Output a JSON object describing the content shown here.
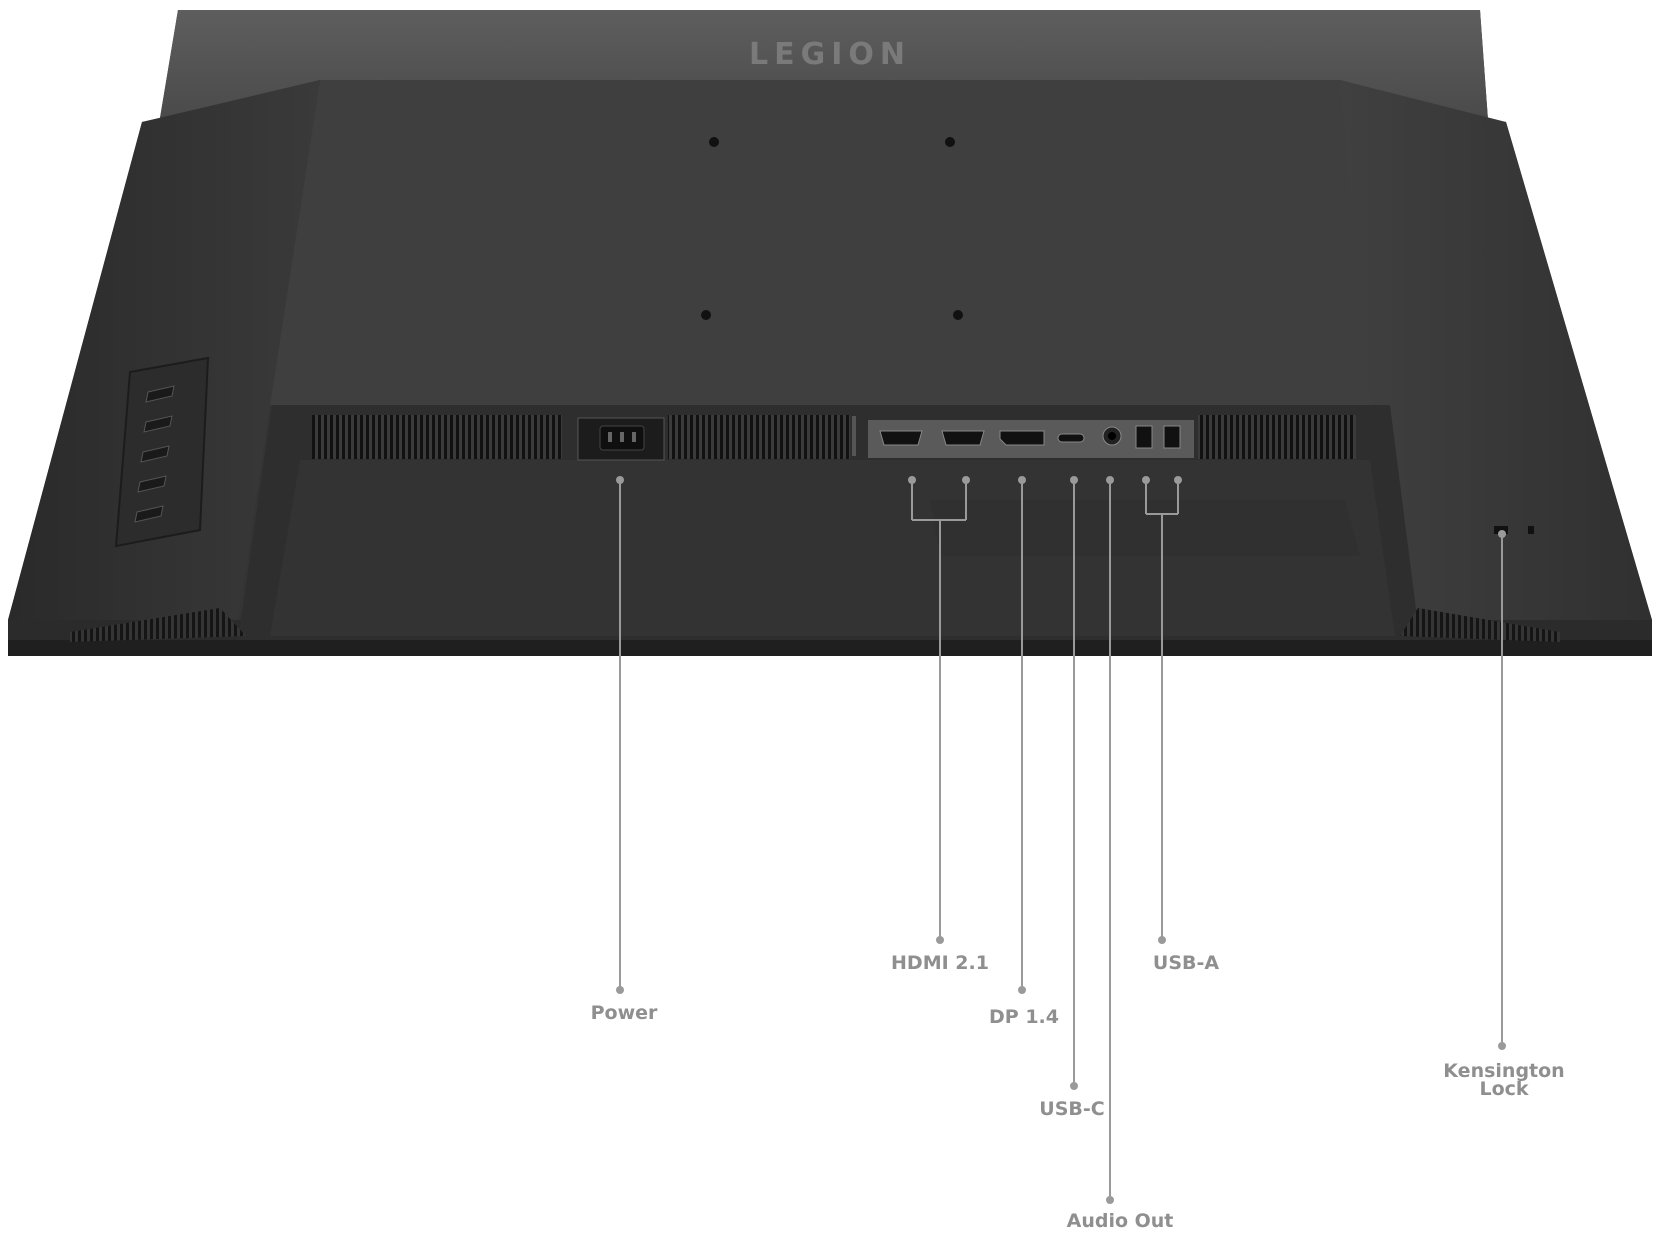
{
  "brand": "LEGION",
  "callouts": {
    "power": "Power",
    "hdmi": "HDMI 2.1",
    "dp": "DP 1.4",
    "usbc": "USB-C",
    "audio": "Audio Out",
    "usba": "USB-A",
    "kensington_line1": "Kensington",
    "kensington_line2": "Lock"
  },
  "colors": {
    "background": "#ffffff",
    "chassis": "#3a3a3a",
    "panel_top": "#5c5c5c",
    "callout_text": "#8f8f8f",
    "callout_line": "#9a9a9a"
  },
  "icons": {
    "joystick_buttons": "osd-button-icon",
    "vesa_holes": "vesa-mount-hole-icon"
  }
}
